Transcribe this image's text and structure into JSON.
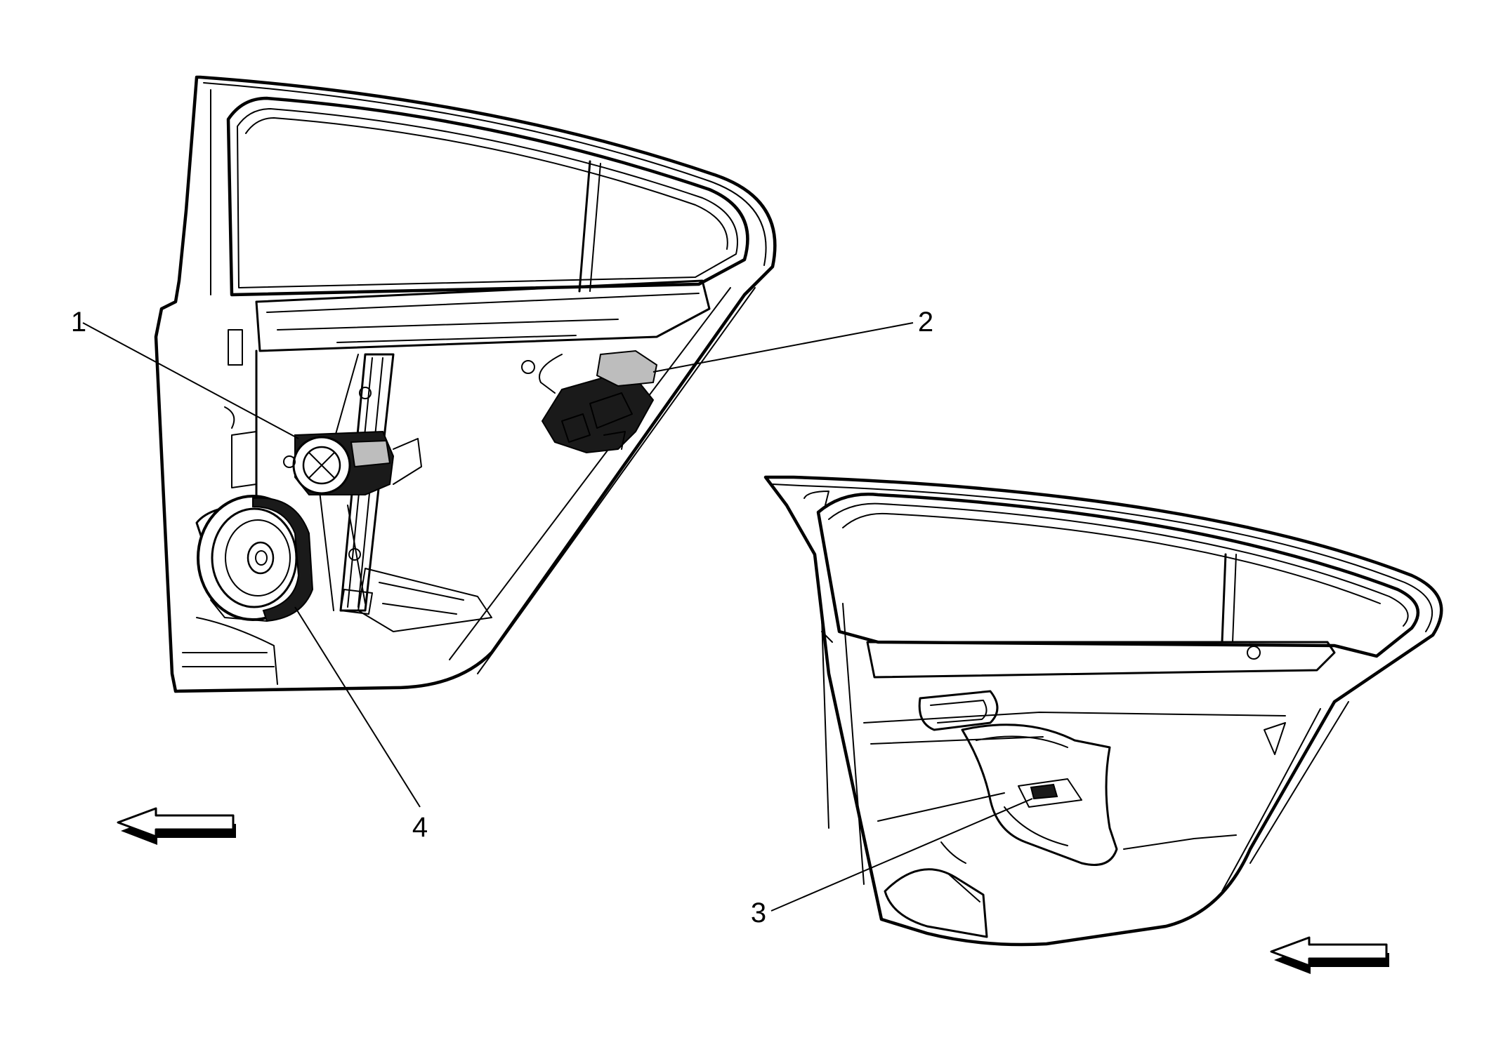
{
  "callouts": [
    {
      "id": "1",
      "label": "1"
    },
    {
      "id": "2",
      "label": "2"
    },
    {
      "id": "3",
      "label": "3"
    },
    {
      "id": "4",
      "label": "4"
    }
  ],
  "icons": {
    "arrow_left": "left-arrow-icon",
    "arrow_right_view": "left-arrow-icon"
  },
  "colors": {
    "line": "#000000",
    "background": "#ffffff"
  }
}
